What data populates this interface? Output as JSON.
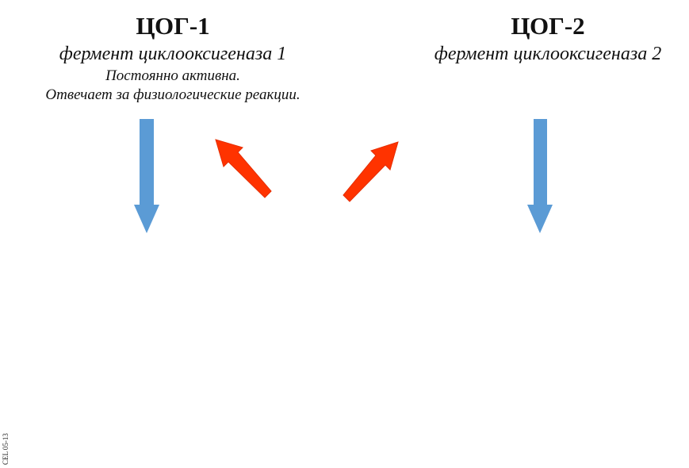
{
  "left": {
    "title": "ЦОГ-1",
    "subtitle": "фермент циклооксигеназа 1",
    "note_line1": "Постоянно активна.",
    "note_line2": "Отвечает за физиологические реакции."
  },
  "right": {
    "title": "ЦОГ-2",
    "subtitle": "фермент циклооксигеназа 2"
  },
  "footer": {
    "code": "CEL 05-13"
  },
  "colors": {
    "blue_arrow": "#5b9bd5",
    "red_arrow": "#ff3300"
  }
}
